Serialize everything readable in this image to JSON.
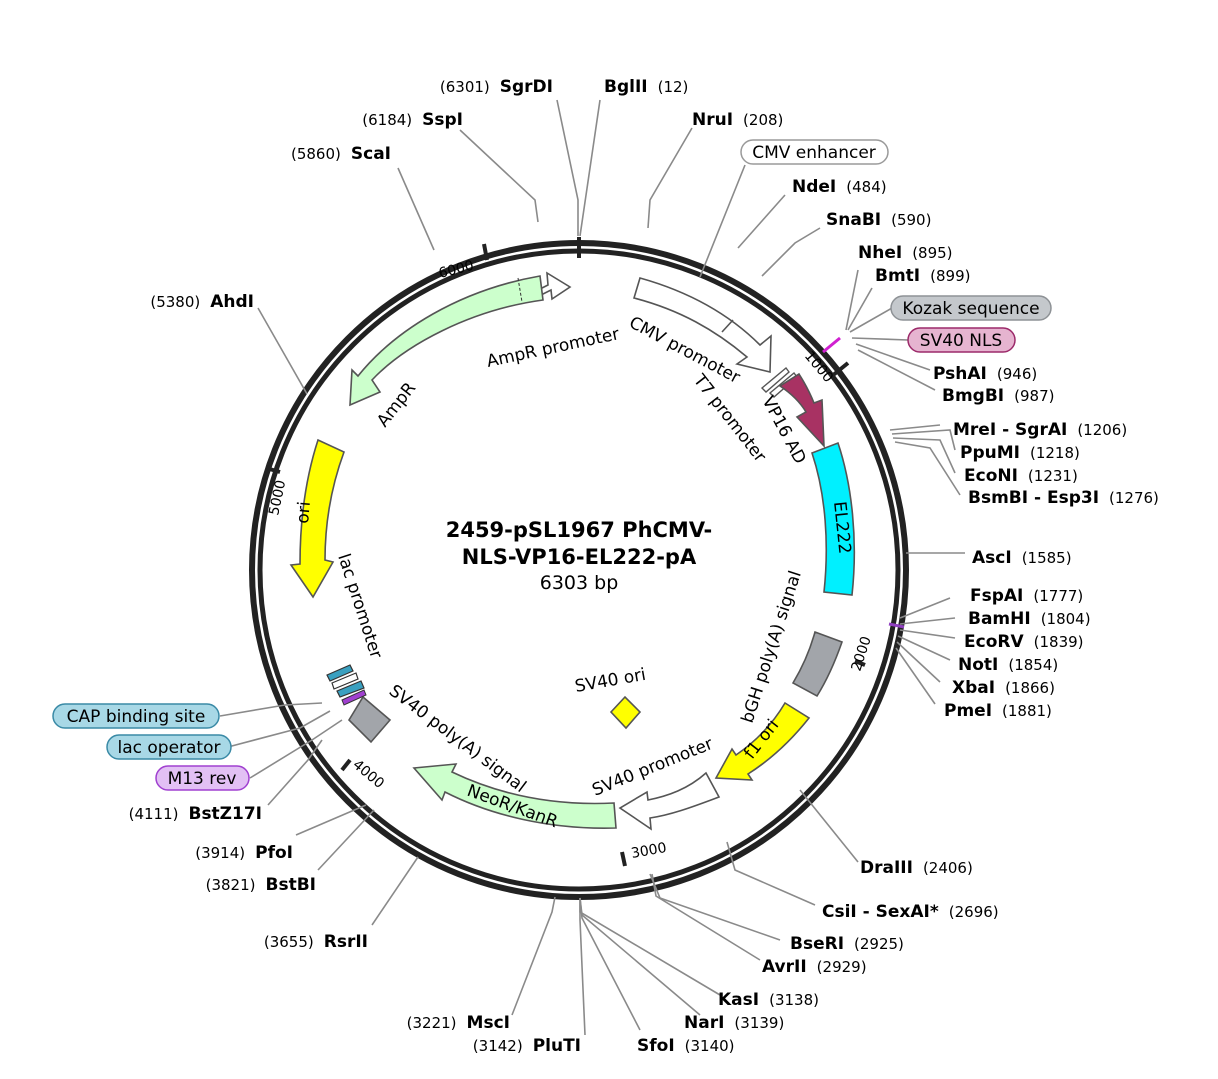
{
  "plasmid": {
    "name_line1": "2459-pSL1967 PhCMV-",
    "name_line2": "NLS-VP16-EL222-pA",
    "size": "6303 bp"
  },
  "ticks": [
    "1000",
    "2000",
    "3000",
    "4000",
    "5000",
    "6000"
  ],
  "sites_right": [
    {
      "name": "BglII",
      "pos": "(12)"
    },
    {
      "name": "NruI",
      "pos": "(208)"
    },
    {
      "name": "NdeI",
      "pos": "(484)"
    },
    {
      "name": "SnaBI",
      "pos": "(590)"
    },
    {
      "name": "NheI",
      "pos": "(895)"
    },
    {
      "name": "BmtI",
      "pos": "(899)"
    },
    {
      "name": "PshAI",
      "pos": "(946)"
    },
    {
      "name": "BmgBI",
      "pos": "(987)"
    },
    {
      "name": "MreI - SgrAI",
      "pos": "(1206)"
    },
    {
      "name": "PpuMI",
      "pos": "(1218)"
    },
    {
      "name": "EcoNI",
      "pos": "(1231)"
    },
    {
      "name": "BsmBI - Esp3I",
      "pos": "(1276)"
    },
    {
      "name": "AscI",
      "pos": "(1585)"
    },
    {
      "name": "FspAI",
      "pos": "(1777)"
    },
    {
      "name": "BamHI",
      "pos": "(1804)"
    },
    {
      "name": "EcoRV",
      "pos": "(1839)"
    },
    {
      "name": "NotI",
      "pos": "(1854)"
    },
    {
      "name": "XbaI",
      "pos": "(1866)"
    },
    {
      "name": "PmeI",
      "pos": "(1881)"
    },
    {
      "name": "DraIII",
      "pos": "(2406)"
    },
    {
      "name": "CsiI - SexAI*",
      "pos": "(2696)"
    },
    {
      "name": "BseRI",
      "pos": "(2925)"
    },
    {
      "name": "AvrII",
      "pos": "(2929)"
    },
    {
      "name": "KasI",
      "pos": "(3138)"
    },
    {
      "name": "NarI",
      "pos": "(3139)"
    },
    {
      "name": "SfoI",
      "pos": "(3140)"
    }
  ],
  "sites_left": [
    {
      "name": "SgrDI",
      "pos": "(6301)"
    },
    {
      "name": "SspI",
      "pos": "(6184)"
    },
    {
      "name": "ScaI",
      "pos": "(5860)"
    },
    {
      "name": "AhdI",
      "pos": "(5380)"
    },
    {
      "name": "BstZ17I",
      "pos": "(4111)"
    },
    {
      "name": "PfoI",
      "pos": "(3914)"
    },
    {
      "name": "BstBI",
      "pos": "(3821)"
    },
    {
      "name": "RsrII",
      "pos": "(3655)"
    },
    {
      "name": "MscI",
      "pos": "(3221)"
    },
    {
      "name": "PluTI",
      "pos": "(3142)"
    }
  ],
  "boxed_labels": [
    {
      "text": "CMV enhancer",
      "fill": "#ffffff",
      "stroke": "#9a9a9a"
    },
    {
      "text": "Kozak sequence",
      "fill": "#c4c8cc",
      "stroke": "#8e9296"
    },
    {
      "text": "SV40 NLS",
      "fill": "#e6b4d0",
      "stroke": "#9c2a6a"
    },
    {
      "text": "CAP binding site",
      "fill": "#a8d8e6",
      "stroke": "#3a8aa6"
    },
    {
      "text": "lac operator",
      "fill": "#a8d8e6",
      "stroke": "#3a8aa6"
    },
    {
      "text": "M13 rev",
      "fill": "#e2c0f4",
      "stroke": "#a040d0"
    }
  ],
  "features": [
    {
      "label": "CMV promoter",
      "color": "#ffffff"
    },
    {
      "label": "T7 promoter",
      "color": "#ffffff"
    },
    {
      "label": "VP16 AD",
      "color": "#a83263"
    },
    {
      "label": "EL222",
      "color": "#00f0ff"
    },
    {
      "label": "bGH poly(A) signal",
      "color": "#a2a5aa"
    },
    {
      "label": "f1 ori",
      "color": "#ffff00"
    },
    {
      "label": "SV40 promoter",
      "color": "#ffffff"
    },
    {
      "label": "NeoR/KanR",
      "color": "#ccffcc"
    },
    {
      "label": "SV40 poly(A) signal",
      "color": "#a2a5aa"
    },
    {
      "label": "lac promoter",
      "color": "#ffffff"
    },
    {
      "label": "ori",
      "color": "#ffff00"
    },
    {
      "label": "AmpR",
      "color": "#ccffcc"
    },
    {
      "label": "AmpR promoter",
      "color": "#ffffff"
    },
    {
      "label": "SV40 ori",
      "color": "#ffff00"
    }
  ]
}
